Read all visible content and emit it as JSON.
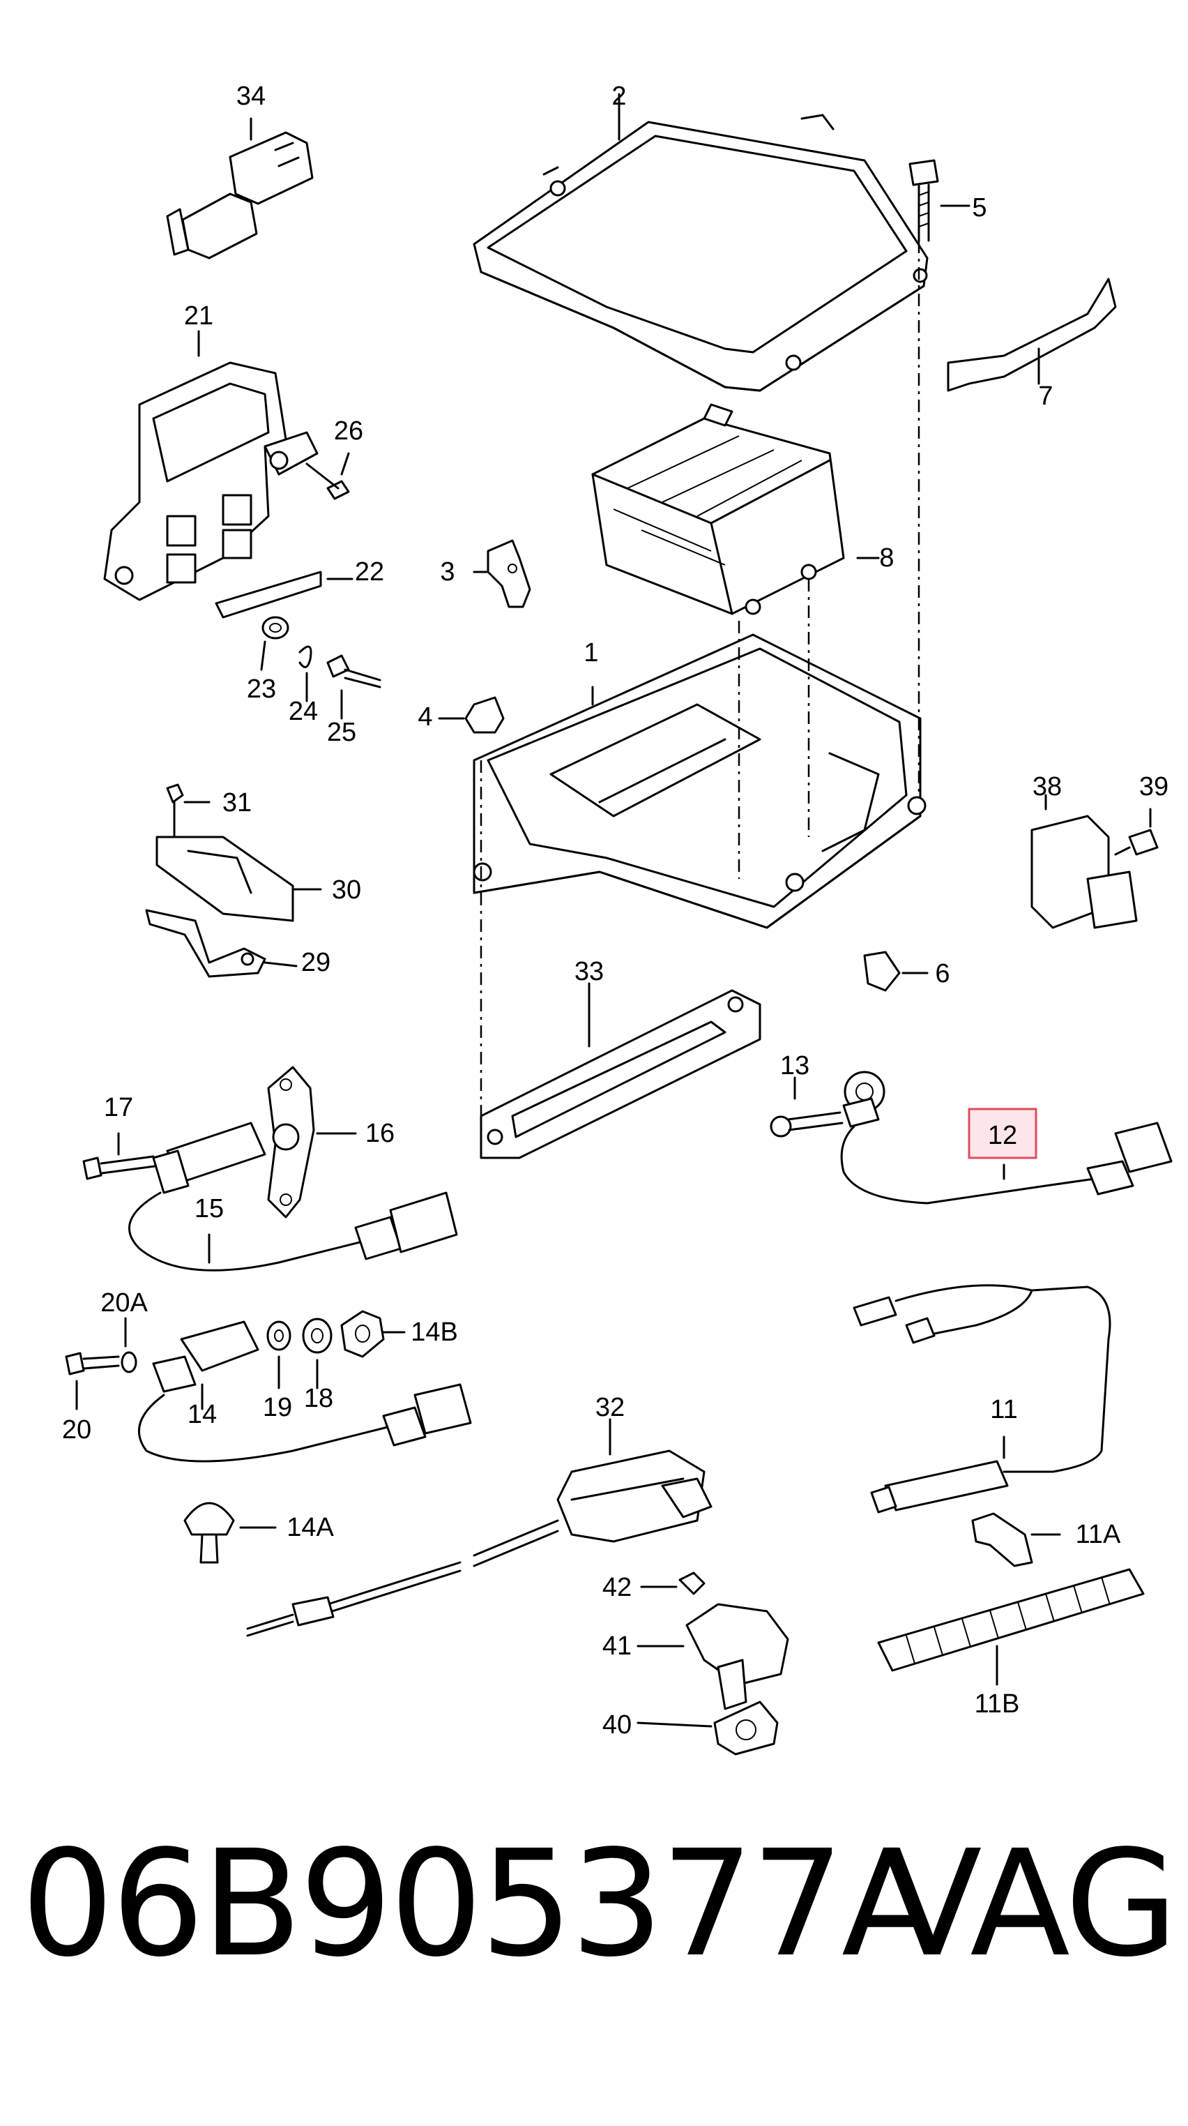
{
  "labels": {
    "l34": "34",
    "l2": "2",
    "l5": "5",
    "l21": "21",
    "l26": "26",
    "l7": "7",
    "l22": "22",
    "l3": "3",
    "l8": "8",
    "l23": "23",
    "l24": "24",
    "l25": "25",
    "l1": "1",
    "l4": "4",
    "l31": "31",
    "l38": "38",
    "l39": "39",
    "l30": "30",
    "l29": "29",
    "l6": "6",
    "l33": "33",
    "l13": "13",
    "l12": "12",
    "l17": "17",
    "l16": "16",
    "l15": "15",
    "l20a": "20A",
    "l14b": "14B",
    "l20": "20",
    "l14": "14",
    "l19": "19",
    "l18": "18",
    "l11": "11",
    "l32": "32",
    "l14a": "14A",
    "l11a": "11A",
    "l42": "42",
    "l41": "41",
    "l40": "40",
    "l11b": "11B"
  },
  "highlighted_label": "12",
  "footer": {
    "part_number": "06B905377A",
    "brand": "VAG"
  }
}
